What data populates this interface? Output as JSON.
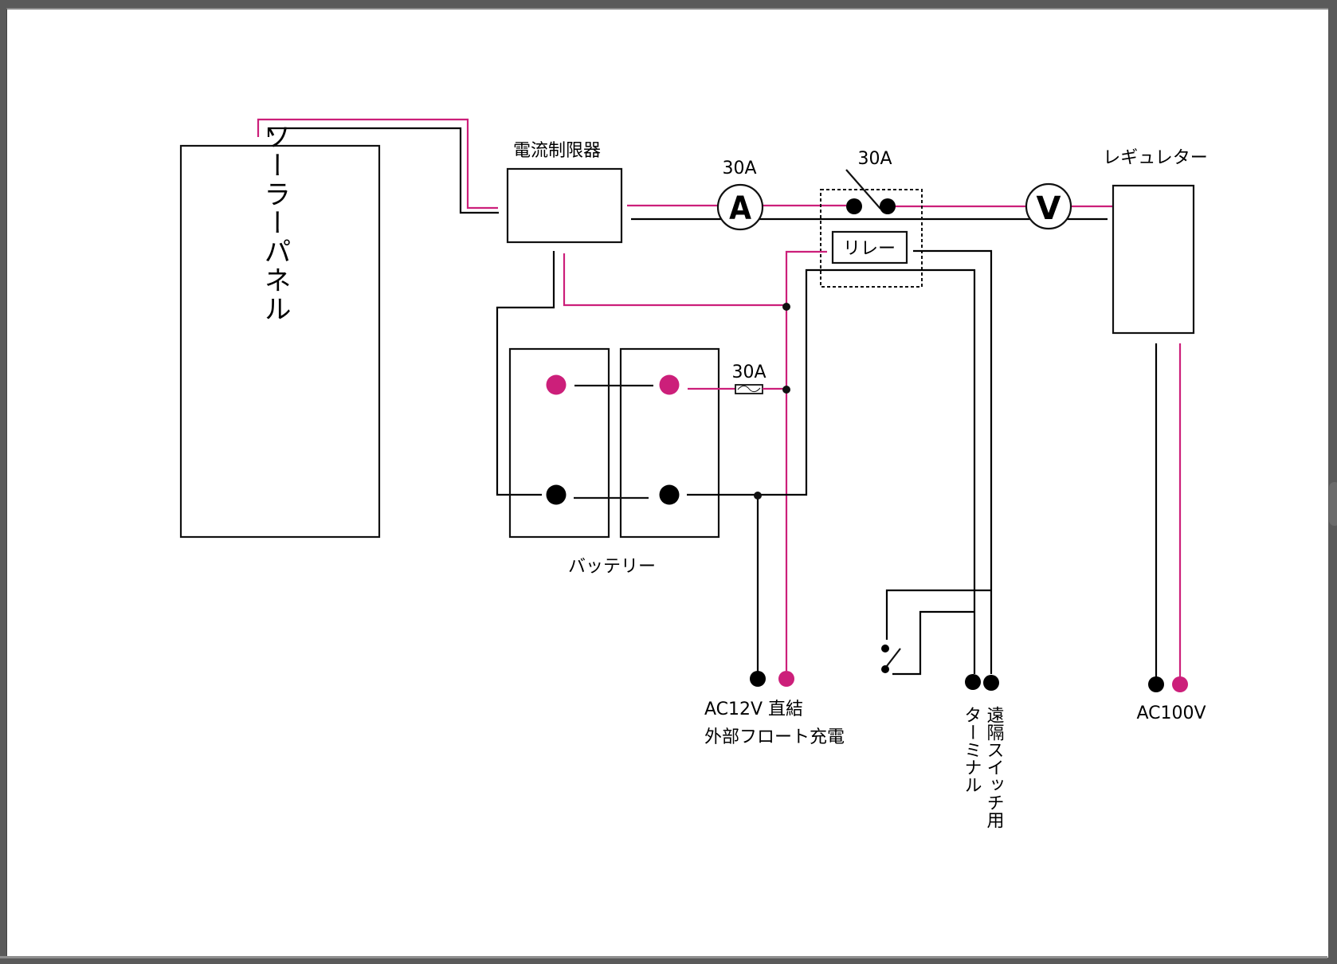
{
  "colors": {
    "positive_wire": "#cc1f7a",
    "negative_wire": "#000000",
    "page_background": "#ffffff",
    "viewer_background": "#5a5a5a"
  },
  "components": {
    "solar_panel": {
      "label": "ソーラーパネル"
    },
    "current_limiter": {
      "label": "電流制限器"
    },
    "ammeter": {
      "symbol": "A",
      "rating": "30A"
    },
    "breaker_switch": {
      "rating": "30A"
    },
    "relay": {
      "label": "リレー"
    },
    "voltmeter": {
      "symbol": "V"
    },
    "regulator": {
      "label": "レギュレター"
    },
    "batteries": {
      "label": "バッテリー",
      "count": 2
    },
    "battery_fuse": {
      "rating": "30A"
    }
  },
  "terminals": {
    "ac12v": {
      "line1": "AC12V 直結",
      "line2": "外部フロート充電"
    },
    "terminal_label": "ターミナル",
    "remote_switch_label": "遠隔スイッチ用",
    "ac100v": {
      "label": "AC100V"
    }
  }
}
